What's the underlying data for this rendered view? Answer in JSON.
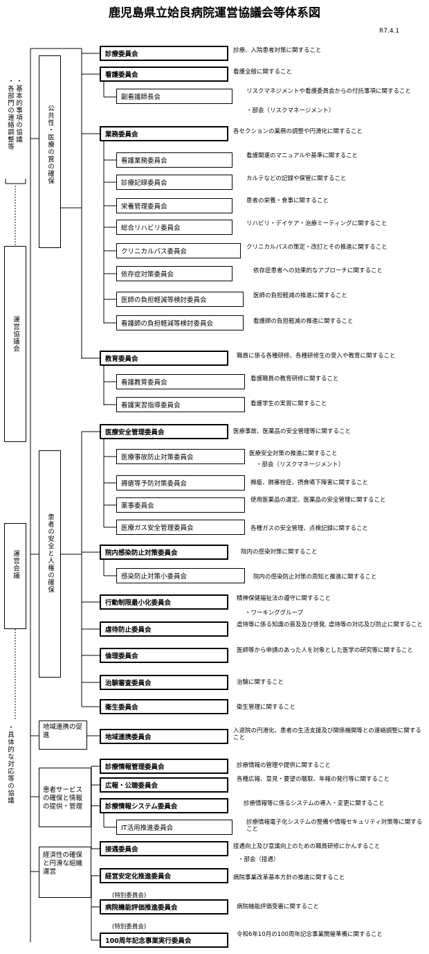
{
  "title": "鹿児島県立姶良病院運営協議会等体系図",
  "date": "R7.4.1",
  "left_labels": {
    "kihon": "・基本的事項の協議\n・各部門の連絡調整等",
    "unei_kyogikai": "運営協議会",
    "unei_kaigi": "運営会議",
    "gutai": "・具体的な対応等の協議"
  },
  "groups": {
    "g1": "公共性・医療の質の確保",
    "g2": "患者の安全と人権の確保",
    "g3": "地域連携の促進",
    "g4": "患者サービスの確保と情報の提供・管理",
    "g5": "経済性の確保と円滑な組織運営"
  },
  "committees": [
    {
      "name": "診療委員会",
      "desc": "診療、入院患者対策に関すること"
    },
    {
      "name": "看護委員会",
      "desc": "看護全般に関すること"
    },
    {
      "name": "副看護師長会",
      "desc": "リスクマネジメントや看護委員会からの付託事項に関すること",
      "note": "・部会（リスクマネージメント）"
    },
    {
      "name": "業務委員会",
      "desc": "各セクションの業務の調整や円滑化に関すること"
    },
    {
      "name": "看護業務委員会",
      "desc": "看護関連のマニュアルや基準に関すること"
    },
    {
      "name": "診療記録委員会",
      "desc": "カルテなどの記録や保管に関すること"
    },
    {
      "name": "栄養管理委員会",
      "desc": "患者の栄養・食事に関すること"
    },
    {
      "name": "総合リハビリ委員会",
      "desc": "リハビリ・デイケア・治療ミーティングに関すること"
    },
    {
      "name": "クリニカルパス委員会",
      "desc": "クリニカルパスの策定・改訂とその推進に関すること"
    },
    {
      "name": "依存症対策委員会",
      "desc": "依存症患者への効果的なアプローチに関すること"
    },
    {
      "name": "医師の負担軽減等検討委員会",
      "desc": "医師の負担軽減の推進に関すること"
    },
    {
      "name": "看護師の負担軽減等検討委員会",
      "desc": "看護師の負担軽減の推進に関すること"
    },
    {
      "name": "教育委員会",
      "desc": "職員に係る各種研修、各種研修生の受入や教育に関すること"
    },
    {
      "name": "看護教育委員会",
      "desc": "看護職員の教育研修に関すること"
    },
    {
      "name": "看護実習指導委員会",
      "desc": "看護学生の実習に関すること"
    },
    {
      "name": "医療安全管理委員会",
      "desc": "医療事故、医薬品の安全管理等に関すること"
    },
    {
      "name": "医療事故防止対策委員会",
      "desc": "医療安全対策の推進に関すること",
      "note": "・部会（リスクマネージメント）"
    },
    {
      "name": "褥瘡等予防対策委員会",
      "desc": "褥瘡、肺塞栓症、摂食嚥下障害に関すること"
    },
    {
      "name": "薬事委員会",
      "desc": "使用医薬品の選定、医薬品の安全管理に関すること"
    },
    {
      "name": "医療ガス安全管理委員会",
      "desc": "各種ガスの安全管理、点検記録に関すること"
    },
    {
      "name": "院内感染防止対策委員会",
      "desc": "院内の感染対策に関すること"
    },
    {
      "name": "感染防止対策小委員会",
      "desc": "院内の感染防止対策の周知と推進に関すること"
    },
    {
      "name": "行動制限最小化委員会",
      "desc": "精神保健福祉法の遵守に関すること",
      "note": "・ワーキンググループ"
    },
    {
      "name": "虐待防止委員会",
      "desc": "虐待等に係る知識の普及及び啓発, 虐待等の対応及び防止に関すること"
    },
    {
      "name": "倫理委員会",
      "desc": "医師等から申請のあった人を対象とした医学の研究等に関すること"
    },
    {
      "name": "治験審査委員会",
      "desc": "治験に関すること"
    },
    {
      "name": "衛生委員会",
      "desc": "衛生管理に関すること"
    },
    {
      "name": "地域連携委員会",
      "desc": "入退院の円滑化、患者の生活支援及び関係機関等との連絡調整に関すること"
    },
    {
      "name": "診療情報管理委員会",
      "desc": "診療情報の管理や提供に関すること"
    },
    {
      "name": "広報・公聴委員会",
      "desc": "各種広報、意見・要望の聴取、年報の発行等に関すること"
    },
    {
      "name": "診療情報システム委員会",
      "desc": "診療情報等に係るシステムの導入・変更に関すること"
    },
    {
      "name": "IT活用推進委員会",
      "desc": "診療情報電子化システムの整備や情報セキュリティ対策等に関すること"
    },
    {
      "name": "接遇委員会",
      "desc": "接遇向上及び意識向上のための職員研修にかんすること",
      "note": "・部会（接遇）"
    },
    {
      "name": "経営安定化推進委員会",
      "desc": "病院事業改革基本方針の推進に関すること"
    },
    {
      "name": "病院機能評価推進委員会",
      "desc": "病院機能評価受審に関すること"
    },
    {
      "name": "100周年記念事業実行委員会",
      "desc": "令和6年10月の100周年記念事業開催準備に関すること"
    }
  ],
  "special_labels": [
    "(特別委員会)",
    "(特別委員会)"
  ]
}
